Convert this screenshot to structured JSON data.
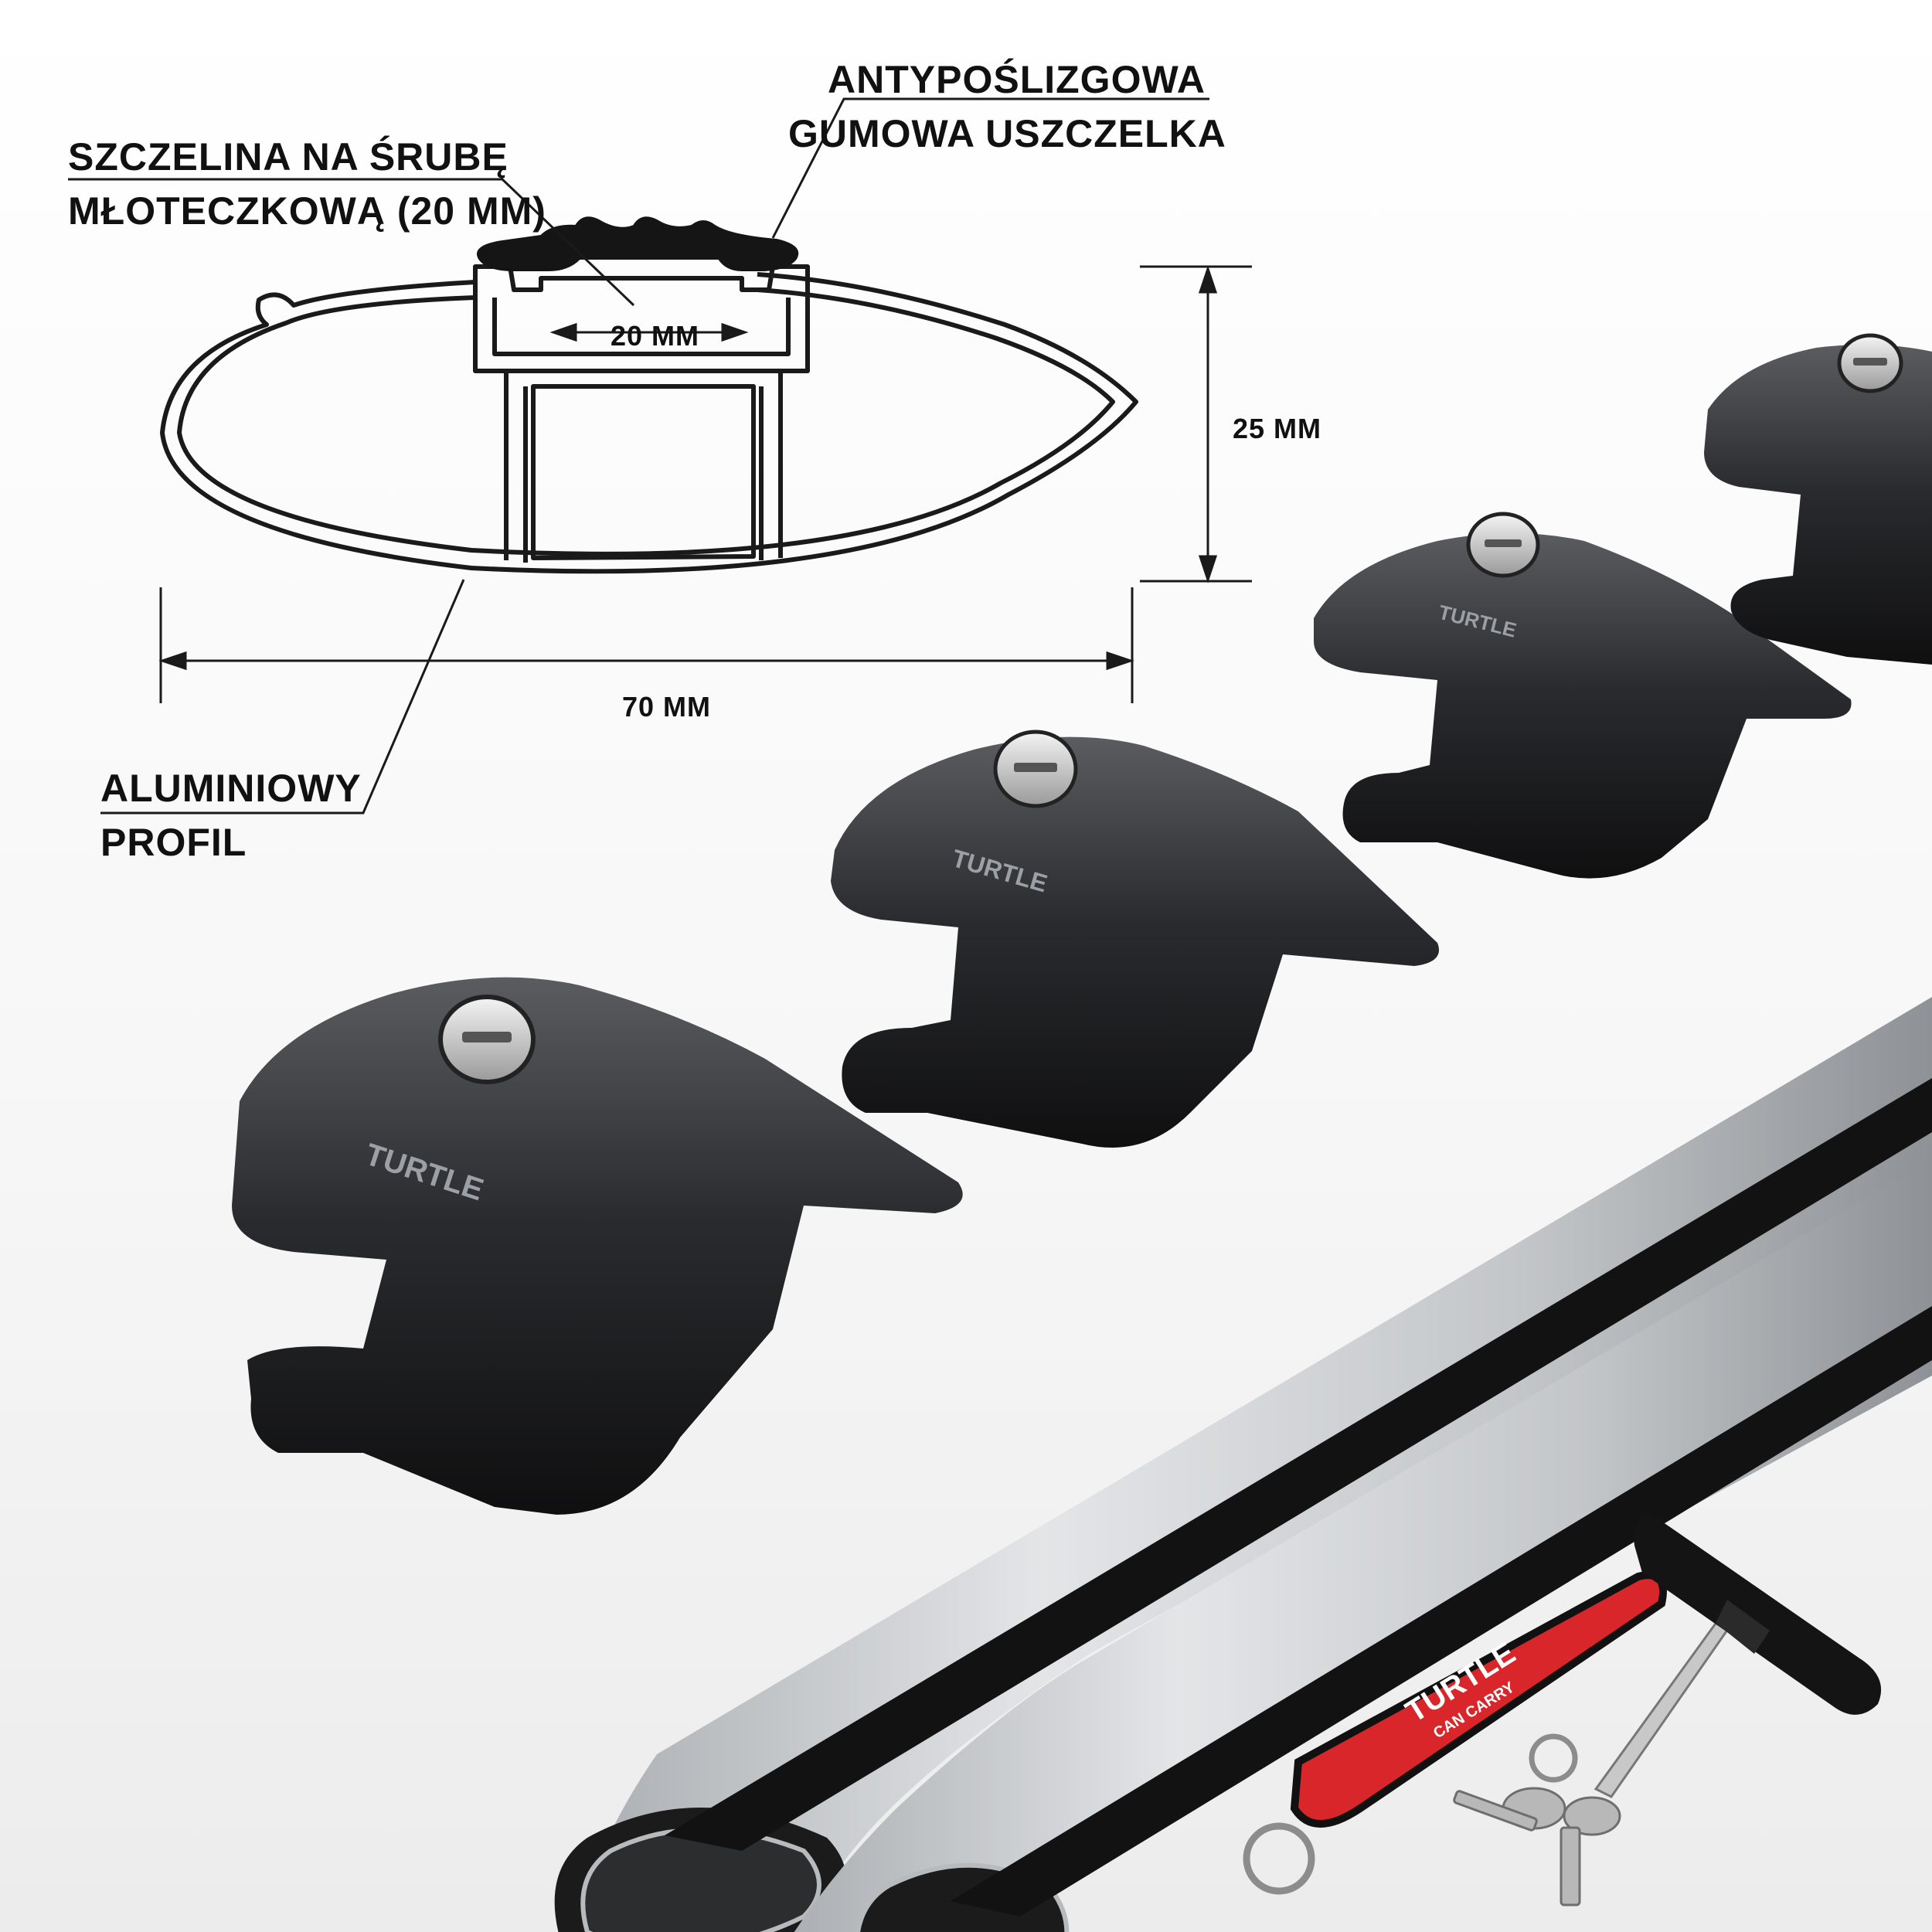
{
  "diagram": {
    "callouts": {
      "slot": {
        "line1": "SZCZELINA NA ŚRUBĘ",
        "line2": "MŁOTECZKOWĄ (20 MM)"
      },
      "seal": {
        "line1": "ANTYPOŚLIZGOWA",
        "line2": "GUMOWA USZCZELKA"
      },
      "profile": {
        "line1": "ALUMINIOWY",
        "line2": "PROFIL"
      }
    },
    "dimensions": {
      "slot_width": "20 мм",
      "height": "25 мм",
      "width": "70 мм"
    }
  },
  "product": {
    "foot_brand": "TURTLE",
    "tag_brand": "TURTLE",
    "tag_sub": "CAN CARRY",
    "colors": {
      "foot": "#1f1f22",
      "bar": "#c9cccf",
      "rubber": "#141414",
      "tag": "#d8262a",
      "outline": "#1a1a1a"
    }
  }
}
